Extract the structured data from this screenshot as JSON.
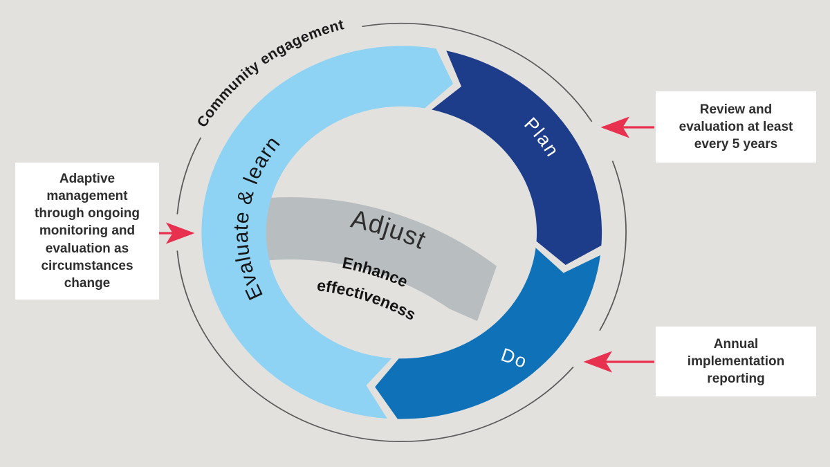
{
  "diagram": {
    "outer_ring_label": "Community engagement",
    "segments": [
      {
        "label": "Plan",
        "color": "#1d3c8a"
      },
      {
        "label": "Do",
        "color": "#0f72b9"
      },
      {
        "label": "Evaluate & learn",
        "color": "#8ed2f4"
      }
    ],
    "center_band": {
      "label": "Adjust",
      "color": "#b8bdc0"
    },
    "center_caption_line1": "Enhance",
    "center_caption_line2": "effectiveness"
  },
  "callouts": {
    "left": {
      "text": "Adaptive\nmanagement\nthrough ongoing\nmonitoring and\nevaluation as\ncircumstances\nchange"
    },
    "top_right": {
      "text": "Review and\nevaluation at least\nevery 5 years"
    },
    "bottom_right": {
      "text": "Annual\nimplementation\nreporting"
    }
  },
  "colors": {
    "background": "#e3e1de",
    "plan_segment": "#1d3c8a",
    "do_segment": "#0f72b9",
    "evaluate_segment": "#8ed2f4",
    "center_band": "#b8bdc0",
    "arrow": "#e8304f",
    "outer_circle": "#5a5a5a",
    "segment_text": "#ffffff",
    "dark_text": "#2e2e2e",
    "callout_background": "#ffffff"
  }
}
